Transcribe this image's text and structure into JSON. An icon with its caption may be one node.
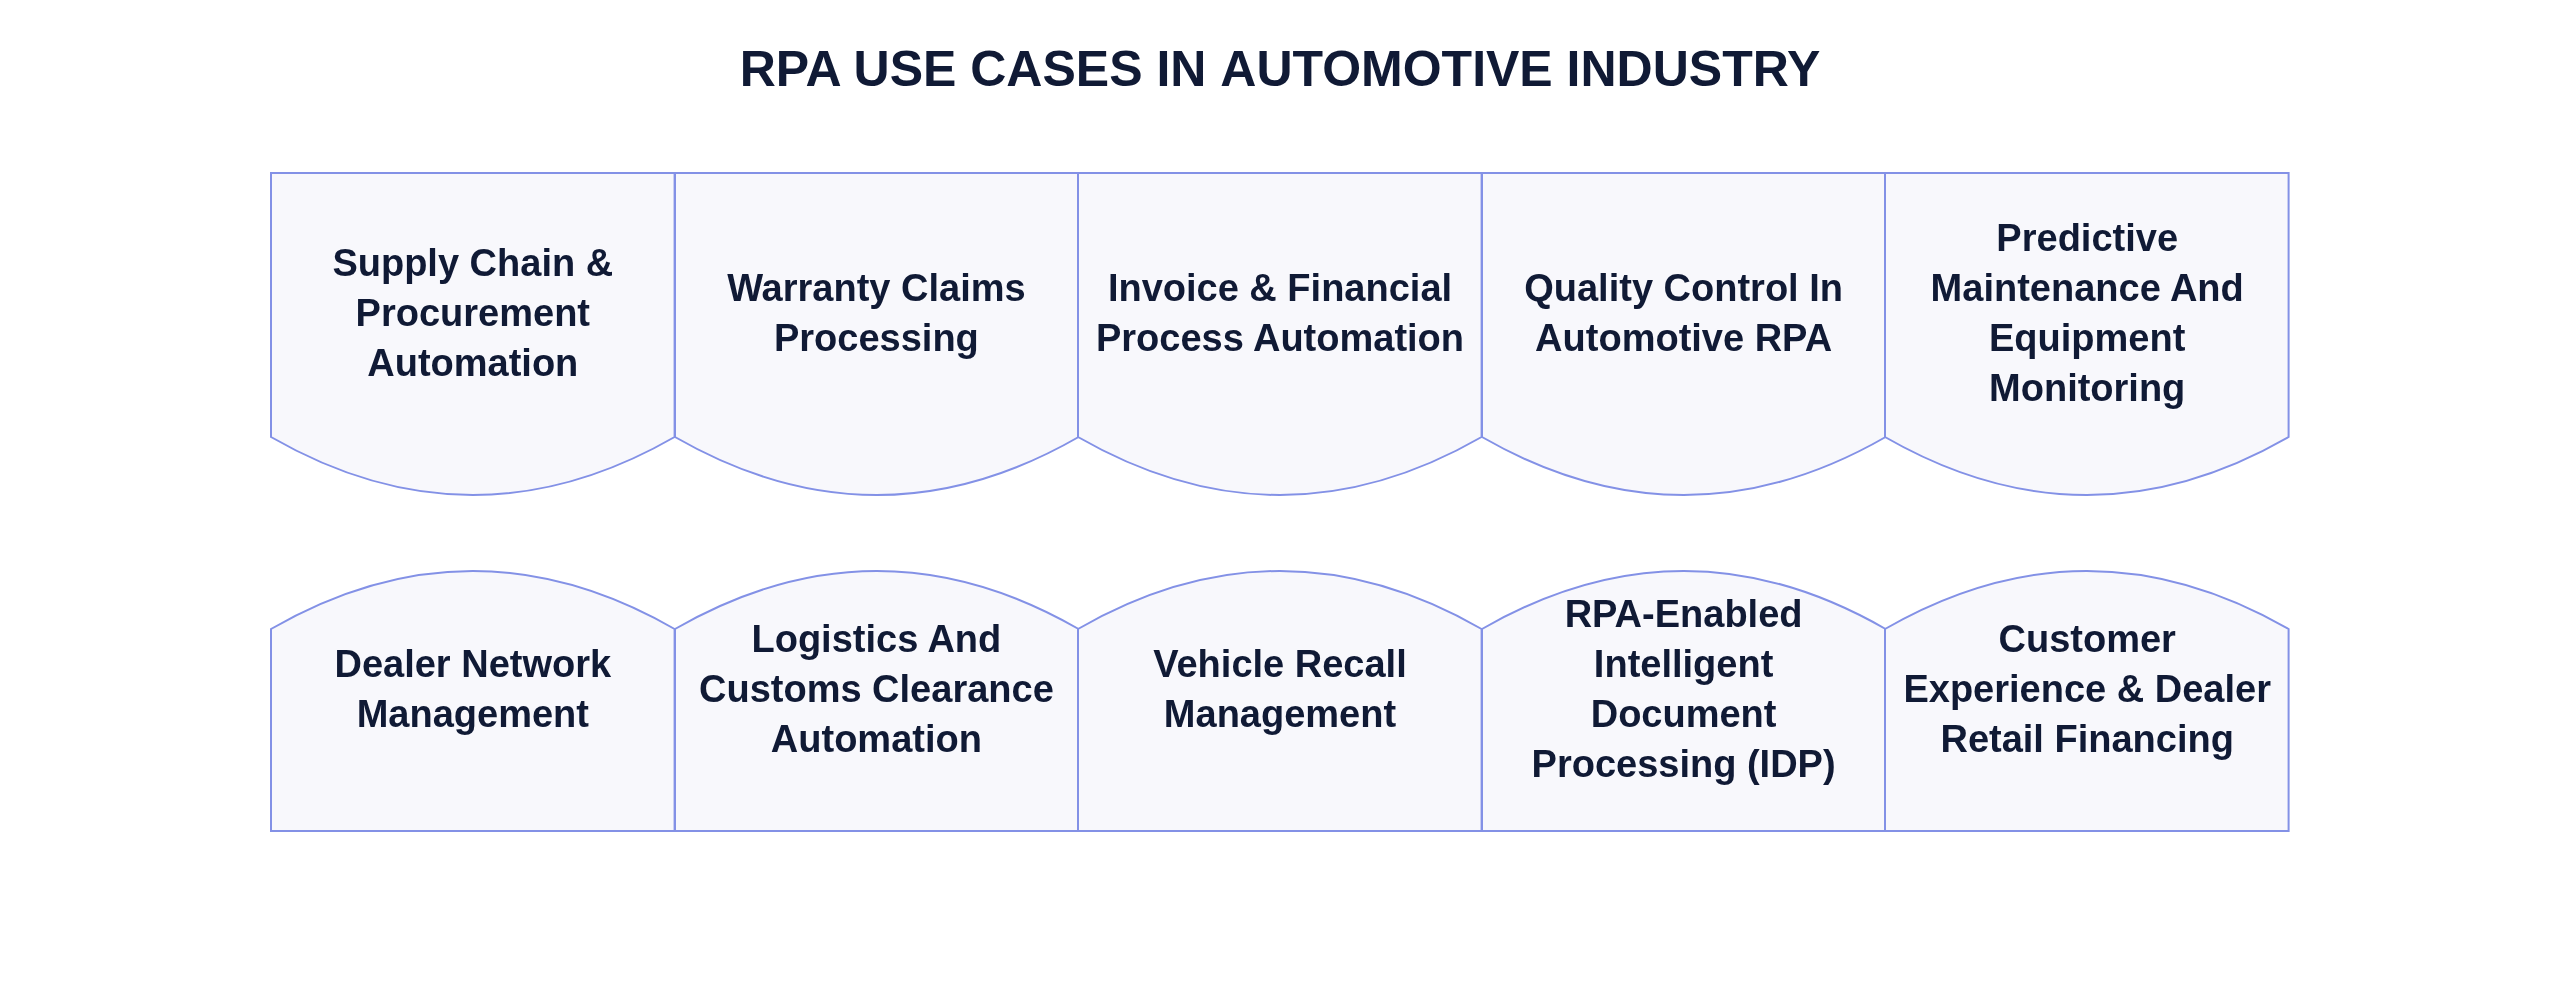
{
  "diagram": {
    "title": "RPA USE CASES IN **AUTOMOTIVE INDUSTRY**",
    "nodes": [
      {
        "text": [
          "Supply Chain & Procurement Automation"
        ]
      },
      {
        "text": [
          "Warranty Claims Processing"
        ]
      },
      {
        "text": [
          "Invoice & Financial Process Automation"
        ]
      },
      {
        "text": [
          "Quality Control In Automotive RPA"
        ]
      },
      {
        "text": [
          "Predictive Maintenance And Equipment Monitoring"
        ]
      },
      {
        "text": [
          "Dealer Network Management"
        ]
      },
      {
        "text": [
          "Logistics And Customs Clearance Automation"
        ]
      },
      {
        "text": [
          "Vehicle Recall Management"
        ]
      },
      {
        "text": [
          "RPA-Enabled Intelligent Document Processing (IDP)"
        ]
      },
      {
        "text": [
          "Customer Experience & Dealer Retail Financing"
        ]
      }
    ]
  }
}
